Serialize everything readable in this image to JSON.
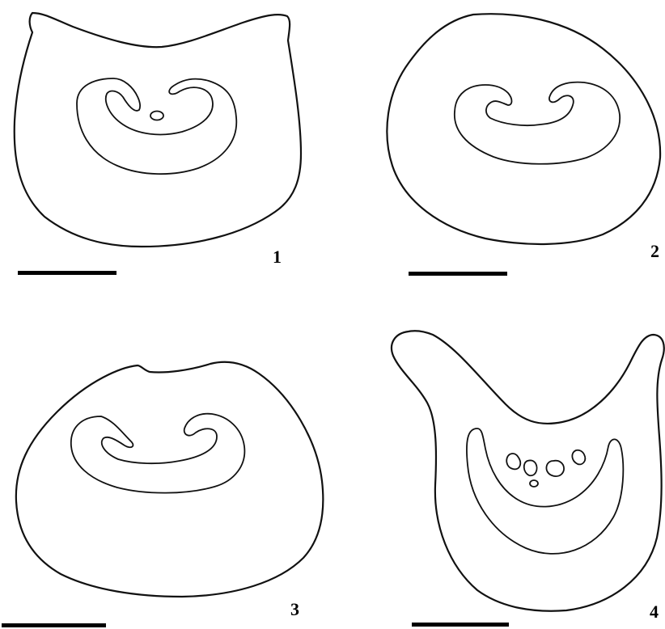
{
  "figures": [
    {
      "label": "1"
    },
    {
      "label": "2"
    },
    {
      "label": "3"
    },
    {
      "label": "4"
    }
  ]
}
